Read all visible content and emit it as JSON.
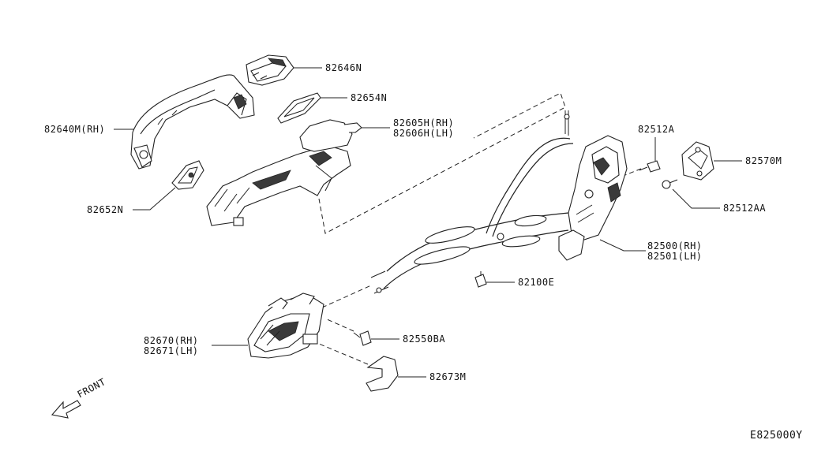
{
  "labels": {
    "p82646n": "82646N",
    "p82654n": "82654N",
    "p82640m": "82640M(RH)",
    "p82605h": "82605H(RH)",
    "p82606h": "82606H(LH)",
    "p82652n": "82652N",
    "p82512a": "82512A",
    "p82570m": "82570M",
    "p82512aa": "82512AA",
    "p82500": "82500(RH)",
    "p82501": "82501(LH)",
    "p82100e": "82100E",
    "p82670": "82670(RH)",
    "p82671": "82671(LH)",
    "p82550ba": "82550BA",
    "p82673m": "82673M",
    "front": "FRONT",
    "diagram_code": "E825000Y"
  },
  "colors": {
    "line": "#222222",
    "shade": "#3a3a3a",
    "background": "#ffffff"
  }
}
